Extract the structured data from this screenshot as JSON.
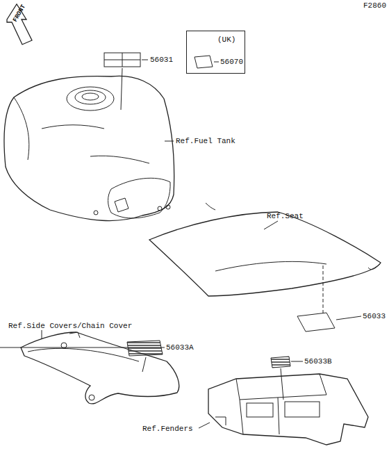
{
  "diagram": {
    "nodes": [
      {
        "text": [
          "(UK)",
          "56070"
        ]
      }
    ],
    "labels": [
      "F2860",
      "FRONT",
      "56031",
      "Ref.Fuel Tank",
      "Ref.Seat",
      "56033",
      "Ref.Side Covers/Chain Cover",
      "56033A",
      "56033B",
      "Ref.Fenders"
    ]
  }
}
